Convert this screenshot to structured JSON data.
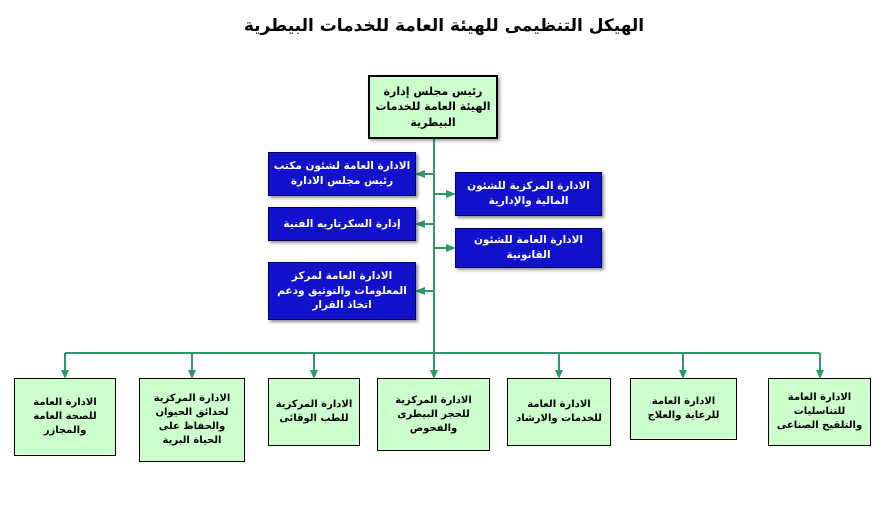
{
  "title": "الهيكل التنظيمى للهيئة العامة للخدمات البيطرية",
  "root": {
    "label": "رئيس مجلس إدارة الهيئة العامة للخدمات البيطرية"
  },
  "left_branch": [
    {
      "label": "الادارة العامة لشئون مكتب رئيس مجلس الادارة"
    },
    {
      "label": "إدارة السكرتاريه الفنية"
    },
    {
      "label": "الادارة العامة لمركز المعلومات والتوثيق ودعم اتخاذ القرار"
    }
  ],
  "right_branch": [
    {
      "label": "الادارة المركزية للشئون المالية والإدارية"
    },
    {
      "label": "الادارة العامة للشئون القانونية"
    }
  ],
  "bottom_row": [
    {
      "label": "الادارة العامة للصحة العامة والمجازر"
    },
    {
      "label": "الادارة المركزية لحدائق الحيوان والحفاظ على الحياة البرية"
    },
    {
      "label": "الادارة المركزية للطب الوقائى"
    },
    {
      "label": "الادارة المركزية للحجر البيطرى والفحوص"
    },
    {
      "label": "الادارة العامة للخدمات والارشاد"
    },
    {
      "label": "الادارة العامة للرعاية والعلاج"
    },
    {
      "label": "الادارة العامة للتناسليات والتلقيح الصناعى"
    }
  ],
  "colors": {
    "line": "#2E9966",
    "blue_box_bg": "#1212CC",
    "blue_box_text": "#FFFFFF",
    "green_box_bg": "#CCFFCC",
    "box_border": "#000000"
  }
}
